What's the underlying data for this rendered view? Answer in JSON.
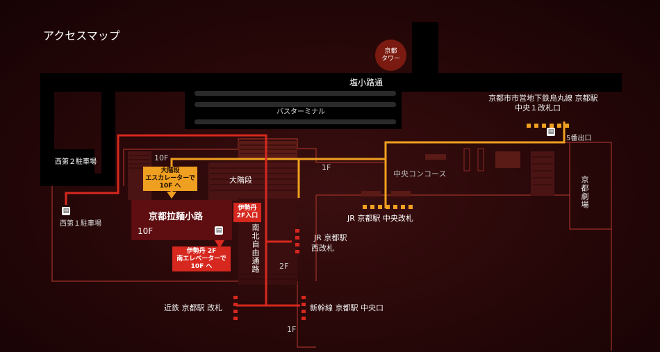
{
  "map": {
    "title": "アクセスマップ",
    "tower": {
      "line1": "京都",
      "line2": "タワー"
    },
    "roads": {
      "shiokoji": "塩小路通",
      "bus_terminal": "バスターミナル"
    },
    "parking": {
      "west2": "西第２駐車場",
      "west1": "西第１駐車場"
    },
    "subway": {
      "line1": "京都市市営地下鉄烏丸線 京都駅",
      "line2": "中央１改札口",
      "exit5": "5番出口"
    },
    "escalator_note": {
      "line1": "大階段",
      "line2": "エスカレーターで",
      "line3": "10F へ"
    },
    "isetan_entrance": {
      "line1": "伊勢丹",
      "line2": "2F入口"
    },
    "elevator_note": {
      "line1": "伊勢丹 2F",
      "line2": "南エレベーターで",
      "line3": "10F へ"
    },
    "ramen": {
      "name": "京都拉麺小路",
      "floor": "10F"
    },
    "daikaidan": "大階段",
    "floors": {
      "f10": "10F",
      "f1_top": "1F",
      "f2": "2F",
      "f1_bottom": "1F"
    },
    "central_concourse": "中央コンコース",
    "jr_central": "JR 京都駅 中央改札",
    "jr_west": {
      "line1": "JR 京都駅",
      "line2": "西改札"
    },
    "passage": "南北自由通路",
    "kintetsu": "近鉄 京都駅 改札",
    "shinkansen": "新幹線 京都駅 中央口",
    "theater": "京都劇場",
    "colors": {
      "route_orange": "#f0a020",
      "route_red": "#d6281e",
      "building_outline": "#8a2a22",
      "road": "#000000"
    },
    "icons": [
      "station-pictogram-icon",
      "arrow-down-icon"
    ]
  }
}
